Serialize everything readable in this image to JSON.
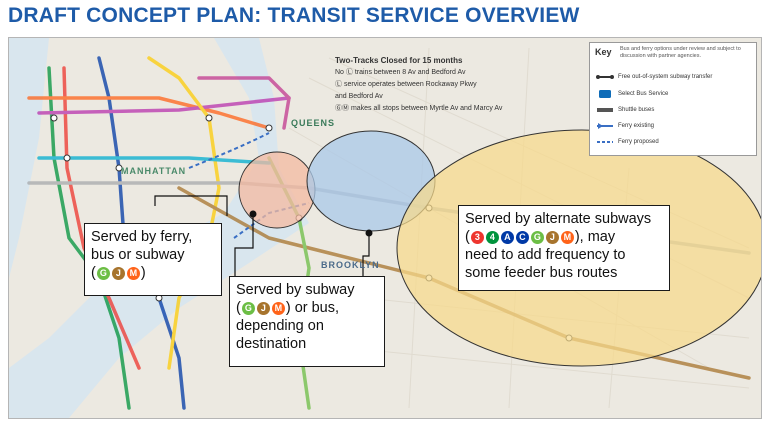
{
  "header": {
    "title": "DRAFT CONCEPT PLAN: TRANSIT SERVICE OVERVIEW"
  },
  "map": {
    "labels": {
      "manhattan": "MANHATTAN",
      "queens": "QUEENS",
      "brooklyn": "BROOKLYN"
    },
    "closure_note": {
      "title": "Two-Tracks Closed for 15 months",
      "line1": "No Ⓛ trains between 8 Av and Bedford Av",
      "line2": "Ⓛ service operates between Rockaway Pkwy",
      "line3": "and Bedford Av",
      "line4": "ⒼⓂ makes all stops between Myrtle Av and Marcy Av"
    },
    "legend": {
      "title": "Key",
      "note": "Bus and ferry options under review and subject to discussion with partner agencies.",
      "items": [
        "Free out-of-system subway transfer",
        "Select Bus Service",
        "Shuttle buses",
        "Ferry existing",
        "Ferry proposed"
      ]
    },
    "colors": {
      "orange_zone": "#f4b9a0",
      "blue_zone": "#a9c8e8",
      "yellow_zone": "#f7d98a",
      "title": "#1e5ba8"
    }
  },
  "callouts": {
    "ferry": {
      "line1": "Served by ferry,",
      "line2": "bus or subway",
      "open": "(",
      "close": ")",
      "bullets": [
        "G",
        "J",
        "M"
      ]
    },
    "subway_bus": {
      "line1_pre": "Served by subway",
      "open": "(",
      "bullets": [
        "G",
        "J",
        "M"
      ],
      "line2_post": ") or bus,",
      "line3": "depending on",
      "line4": "destination"
    },
    "alternate": {
      "line1": "Served by alternate subways",
      "open": "(",
      "bullets": [
        "3",
        "4",
        "A",
        "C",
        "G",
        "J",
        "M"
      ],
      "line2_post": "), may",
      "line3": "need to add frequency to",
      "line4": "some feeder bus routes"
    }
  }
}
